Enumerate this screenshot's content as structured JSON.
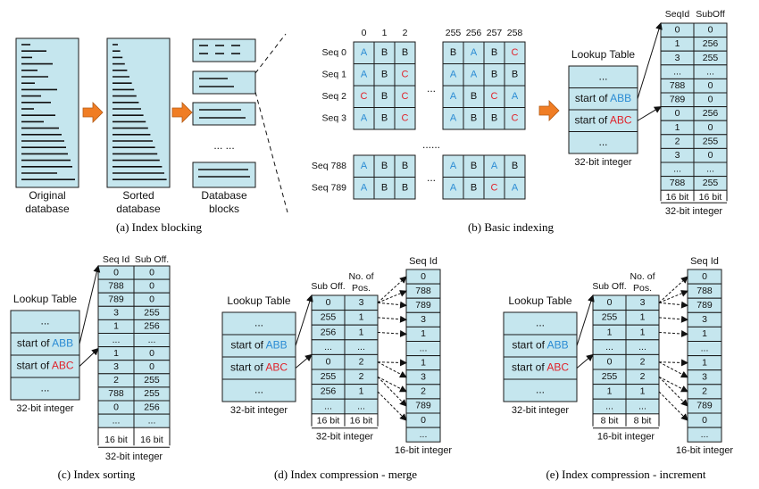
{
  "colors": {
    "cell_fill": "#c5e6ee",
    "cell_stroke": "#1a1a1a",
    "arrow_orange": "#f07d24",
    "blue": "#2a8bd4",
    "red": "#e0222a"
  },
  "captions": {
    "a": "(a) Index blocking",
    "b": "(b) Basic indexing",
    "c": "(c) Index sorting",
    "d": "(d) Index compression - merge",
    "e": "(e) Index compression - increment"
  },
  "panel_a": {
    "labels": [
      [
        "Original",
        "database"
      ],
      [
        "Sorted",
        "database"
      ],
      [
        "Database",
        "blocks"
      ]
    ],
    "dots": "... ..."
  },
  "panel_b": {
    "col_left": [
      "0",
      "1",
      "2"
    ],
    "col_right": [
      "255",
      "256",
      "257",
      "258"
    ],
    "rows": [
      {
        "label": "Seq 0",
        "left": [
          "A",
          "B",
          "B"
        ],
        "right": [
          "B",
          "A",
          "B",
          "C"
        ]
      },
      {
        "label": "Seq 1",
        "left": [
          "A",
          "B",
          "C"
        ],
        "right": [
          "A",
          "A",
          "B",
          "B"
        ]
      },
      {
        "label": "Seq 2",
        "left": [
          "C",
          "B",
          "C"
        ],
        "right": [
          "A",
          "B",
          "C",
          "A"
        ]
      },
      {
        "label": "Seq 3",
        "left": [
          "A",
          "B",
          "C"
        ],
        "right": [
          "A",
          "B",
          "B",
          "C"
        ]
      },
      {
        "label": "Seq 788",
        "left": [
          "A",
          "B",
          "B"
        ],
        "right": [
          "A",
          "B",
          "A",
          "B"
        ]
      },
      {
        "label": "Seq 789",
        "left": [
          "A",
          "B",
          "B"
        ],
        "right": [
          "A",
          "B",
          "C",
          "A"
        ]
      }
    ],
    "ellipsis": "...",
    "row_ellipsis": "......",
    "lookup_title": "Lookup Table",
    "lookup_rows": [
      "...",
      "start of ABB",
      "start of ABC",
      "..."
    ],
    "lookup_footer": "32-bit integer",
    "index_headers": [
      "SeqId",
      "SubOff"
    ],
    "index_rows": [
      [
        "0",
        "0"
      ],
      [
        "1",
        "256"
      ],
      [
        "3",
        "255"
      ],
      [
        "...",
        "..."
      ],
      [
        "788",
        "0"
      ],
      [
        "789",
        "0"
      ],
      [
        "0",
        "256"
      ],
      [
        "1",
        "0"
      ],
      [
        "2",
        "255"
      ],
      [
        "3",
        "0"
      ],
      [
        "...",
        "..."
      ],
      [
        "788",
        "255"
      ]
    ],
    "index_footer_cols": [
      "16 bit",
      "16 bit"
    ],
    "index_footer": "32-bit integer"
  },
  "panel_c": {
    "lookup_title": "Lookup Table",
    "lookup_rows": [
      "...",
      "start of ABB",
      "start of ABC",
      "..."
    ],
    "lookup_footer": "32-bit integer",
    "index_headers": [
      "Seq Id",
      "Sub Off."
    ],
    "index_rows": [
      [
        "0",
        "0"
      ],
      [
        "788",
        "0"
      ],
      [
        "789",
        "0"
      ],
      [
        "3",
        "255"
      ],
      [
        "1",
        "256"
      ],
      [
        "...",
        "..."
      ],
      [
        "1",
        "0"
      ],
      [
        "3",
        "0"
      ],
      [
        "2",
        "255"
      ],
      [
        "788",
        "255"
      ],
      [
        "0",
        "256"
      ],
      [
        "...",
        "..."
      ]
    ],
    "index_footer_cols": [
      "16 bit",
      "16 bit"
    ],
    "index_footer": "32-bit integer"
  },
  "panel_d": {
    "lookup_title": "Lookup Table",
    "lookup_rows": [
      "...",
      "start of ABB",
      "start of ABC",
      "..."
    ],
    "lookup_footer": "32-bit integer",
    "mid_headers": [
      "Sub Off.",
      "No. of Pos."
    ],
    "mid_rows": [
      [
        "0",
        "3"
      ],
      [
        "255",
        "1"
      ],
      [
        "256",
        "1"
      ],
      [
        "...",
        "..."
      ],
      [
        "0",
        "2"
      ],
      [
        "255",
        "2"
      ],
      [
        "256",
        "1"
      ],
      [
        "...",
        "..."
      ]
    ],
    "mid_footer_cols": [
      "16 bit",
      "16 bit"
    ],
    "mid_footer": "32-bit integer",
    "seq_header": "Seq Id",
    "seq_rows": [
      "0",
      "788",
      "789",
      "3",
      "1",
      "...",
      "1",
      "3",
      "2",
      "789",
      "0",
      "..."
    ],
    "seq_footer": "16-bit integer"
  },
  "panel_e": {
    "lookup_title": "Lookup Table",
    "lookup_rows": [
      "...",
      "start of ABB",
      "start of ABC",
      "..."
    ],
    "lookup_footer": "32-bit integer",
    "mid_headers": [
      "Sub Off.",
      "No. of Pos."
    ],
    "mid_rows": [
      [
        "0",
        "3"
      ],
      [
        "255",
        "1"
      ],
      [
        "1",
        "1"
      ],
      [
        "...",
        "..."
      ],
      [
        "0",
        "2"
      ],
      [
        "255",
        "2"
      ],
      [
        "1",
        "1"
      ],
      [
        "...",
        "..."
      ]
    ],
    "mid_footer_cols": [
      "8 bit",
      "8 bit"
    ],
    "mid_footer": "16-bit integer",
    "seq_header": "Seq Id",
    "seq_rows": [
      "0",
      "788",
      "789",
      "3",
      "1",
      "...",
      "1",
      "3",
      "2",
      "789",
      "0",
      "..."
    ],
    "seq_footer": "16-bit integer"
  }
}
